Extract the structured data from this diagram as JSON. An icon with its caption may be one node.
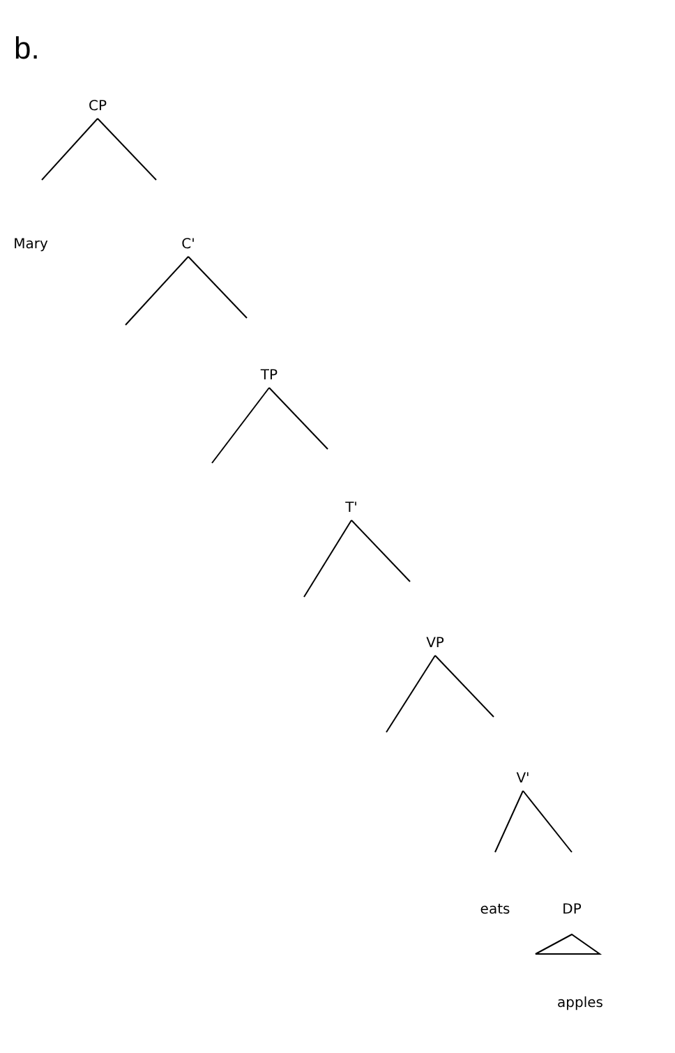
{
  "diagram": {
    "title": "b.",
    "nodes": [
      {
        "text": [
          "CP"
        ]
      },
      {
        "text": [
          "Mary"
        ]
      },
      {
        "text": [
          "C'"
        ]
      },
      {
        "text": [
          "TP"
        ]
      },
      {
        "text": [
          "T'"
        ]
      },
      {
        "text": [
          "VP"
        ]
      },
      {
        "text": [
          "V'"
        ]
      },
      {
        "text": [
          "eats"
        ]
      },
      {
        "text": [
          "DP"
        ]
      },
      {
        "text": [
          "apples"
        ]
      }
    ],
    "edges": [
      {
        "from": 0,
        "to": 1,
        "arrow": "none"
      },
      {
        "from": 0,
        "to": 2,
        "arrow": "none"
      },
      {
        "from": 2,
        "to": null,
        "arrow": "none"
      },
      {
        "from": 2,
        "to": 3,
        "arrow": "none"
      },
      {
        "from": 3,
        "to": null,
        "arrow": "none"
      },
      {
        "from": 3,
        "to": 4,
        "arrow": "none"
      },
      {
        "from": 4,
        "to": null,
        "arrow": "none"
      },
      {
        "from": 4,
        "to": 5,
        "arrow": "none"
      },
      {
        "from": 5,
        "to": null,
        "arrow": "none"
      },
      {
        "from": 5,
        "to": 6,
        "arrow": "none"
      },
      {
        "from": 6,
        "to": 7,
        "arrow": "none"
      },
      {
        "from": 6,
        "to": 8,
        "arrow": "none"
      }
    ]
  }
}
